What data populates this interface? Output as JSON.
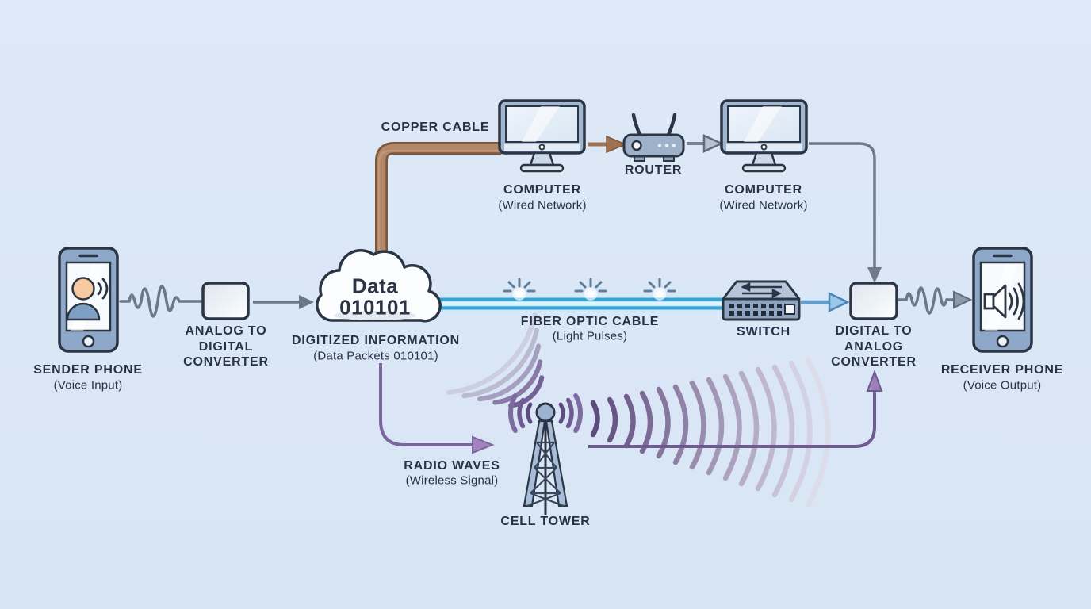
{
  "colors": {
    "background": "#d9e6f5",
    "ink": "#2c3543",
    "copper": "#a87a58",
    "fiber": "#3aa5d5",
    "radio_purple": "#7c649c",
    "arrow_gray": "#6e7a89",
    "arrow_blue": "#5f9fd2"
  },
  "nodes": {
    "sender_phone": {
      "icon": "smartphone-person-speaking-icon",
      "label": "SENDER PHONE",
      "sublabel": "(Voice Input)"
    },
    "analog_digital_converter": {
      "icon": "converter-box-icon",
      "line1": "ANALOG TO",
      "line2": "DIGITAL",
      "line3": "CONVERTER"
    },
    "digitized_information": {
      "icon": "cloud-icon",
      "cloud_line1": "Data",
      "cloud_line2": "010101",
      "label": "DIGITIZED INFORMATION",
      "sublabel": "(Data Packets 010101)"
    },
    "computer_left": {
      "icon": "desktop-monitor-icon",
      "label": "COMPUTER",
      "sublabel": "(Wired Network)"
    },
    "router": {
      "icon": "router-antennas-icon",
      "label": "ROUTER"
    },
    "computer_right": {
      "icon": "desktop-monitor-icon",
      "label": "COMPUTER",
      "sublabel": "(Wired Network)"
    },
    "switch": {
      "icon": "network-switch-icon",
      "label": "SWITCH"
    },
    "digital_analog_converter": {
      "icon": "converter-box-icon",
      "line1": "DIGITAL TO",
      "line2": "ANALOG",
      "line3": "CONVERTER"
    },
    "receiver_phone": {
      "icon": "smartphone-speaker-icon",
      "label": "RECEIVER PHONE",
      "sublabel": "(Voice Output)"
    },
    "cell_tower": {
      "icon": "cell-tower-icon",
      "label": "CELL TOWER"
    }
  },
  "links": {
    "copper_cable": {
      "label": "COPPER CABLE",
      "color": "#a87a58"
    },
    "fiber_optic": {
      "label": "FIBER OPTIC CABLE",
      "sublabel": "(Light Pulses)",
      "color": "#3aa5d5",
      "pulse_icon": "light-pulse-sparkle-icon",
      "pulse_count": 3
    },
    "radio_waves": {
      "label": "RADIO WAVES",
      "sublabel": "(Wireless Signal)",
      "color": "#7c649c"
    }
  }
}
